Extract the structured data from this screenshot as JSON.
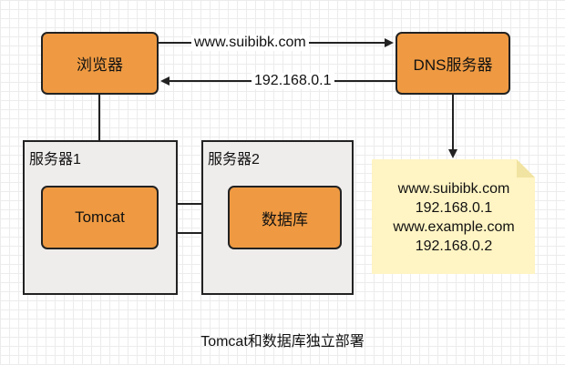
{
  "nodes": {
    "browser": "浏览器",
    "dns_server": "DNS服务器",
    "tomcat": "Tomcat",
    "database": "数据库"
  },
  "groups": {
    "server1": "服务器1",
    "server2": "服务器2"
  },
  "edges": {
    "browser_to_dns": "www.suibibk.com",
    "dns_to_browser": "192.168.0.1"
  },
  "note": {
    "lines": [
      "www.suibibk.com",
      "192.168.0.1",
      "www.example.com",
      "192.168.0.2"
    ]
  },
  "caption": "Tomcat和数据库独立部署",
  "colors": {
    "node_fill": "#ef9a42",
    "group_fill": "#efedec",
    "note_fill": "#fff4c3",
    "line": "#222222"
  }
}
